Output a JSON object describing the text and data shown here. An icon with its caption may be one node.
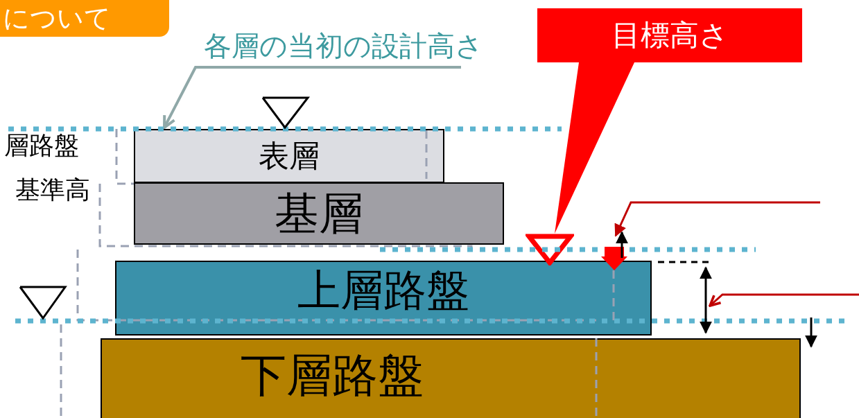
{
  "diagram": {
    "nodes": [
      {
        "text": [
          "について"
        ]
      },
      {
        "text": [
          "各層の当初の設計高さ"
        ]
      },
      {
        "text": [
          "目標高さ"
        ]
      },
      {
        "text": [
          "表層"
        ]
      },
      {
        "text": [
          "基層"
        ]
      },
      {
        "text": [
          "上層路盤"
        ]
      },
      {
        "text": [
          "下層路盤"
        ]
      },
      {
        "text": [],
        "shape": "triangle"
      }
    ],
    "edges": [
      {
        "from": 1,
        "to": 3,
        "arrow": "to",
        "color": "#8fa8a8"
      },
      {
        "from": 2,
        "to": 7,
        "arrow": "none",
        "style": "thick",
        "color": "#ff0000"
      }
    ],
    "labels": [
      "層路盤",
      "基準高"
    ]
  }
}
